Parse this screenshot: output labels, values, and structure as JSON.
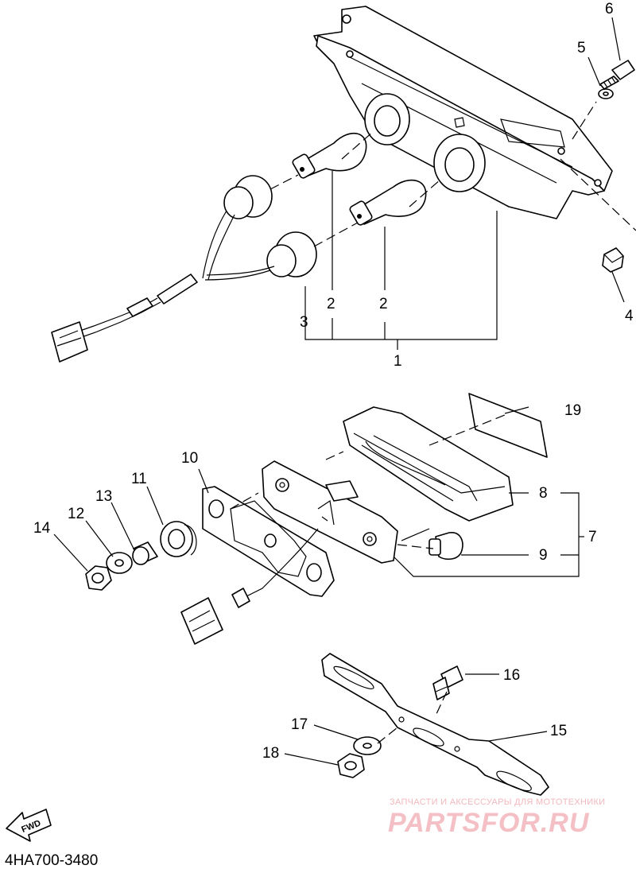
{
  "callouts": {
    "c1": "1",
    "c2a": "2",
    "c2b": "2",
    "c3": "3",
    "c4": "4",
    "c5": "5",
    "c6": "6",
    "c7": "7",
    "c8": "8",
    "c9": "9",
    "c10": "10",
    "c11": "11",
    "c12": "12",
    "c13": "13",
    "c14": "14",
    "c15": "15",
    "c16": "16",
    "c17": "17",
    "c18": "18",
    "c19": "19"
  },
  "diagram_code": "4HA700-3480",
  "direction_marker": "FWD",
  "watermark": {
    "tagline": "ЗАПЧАСТИ И АКСЕССУАРЫ ДЛЯ МОТОТЕХНИКИ",
    "brand": "PARTSFOR.RU"
  },
  "colors": {
    "line": "#000000",
    "background": "#ffffff",
    "watermark": "#f2b8bd"
  }
}
